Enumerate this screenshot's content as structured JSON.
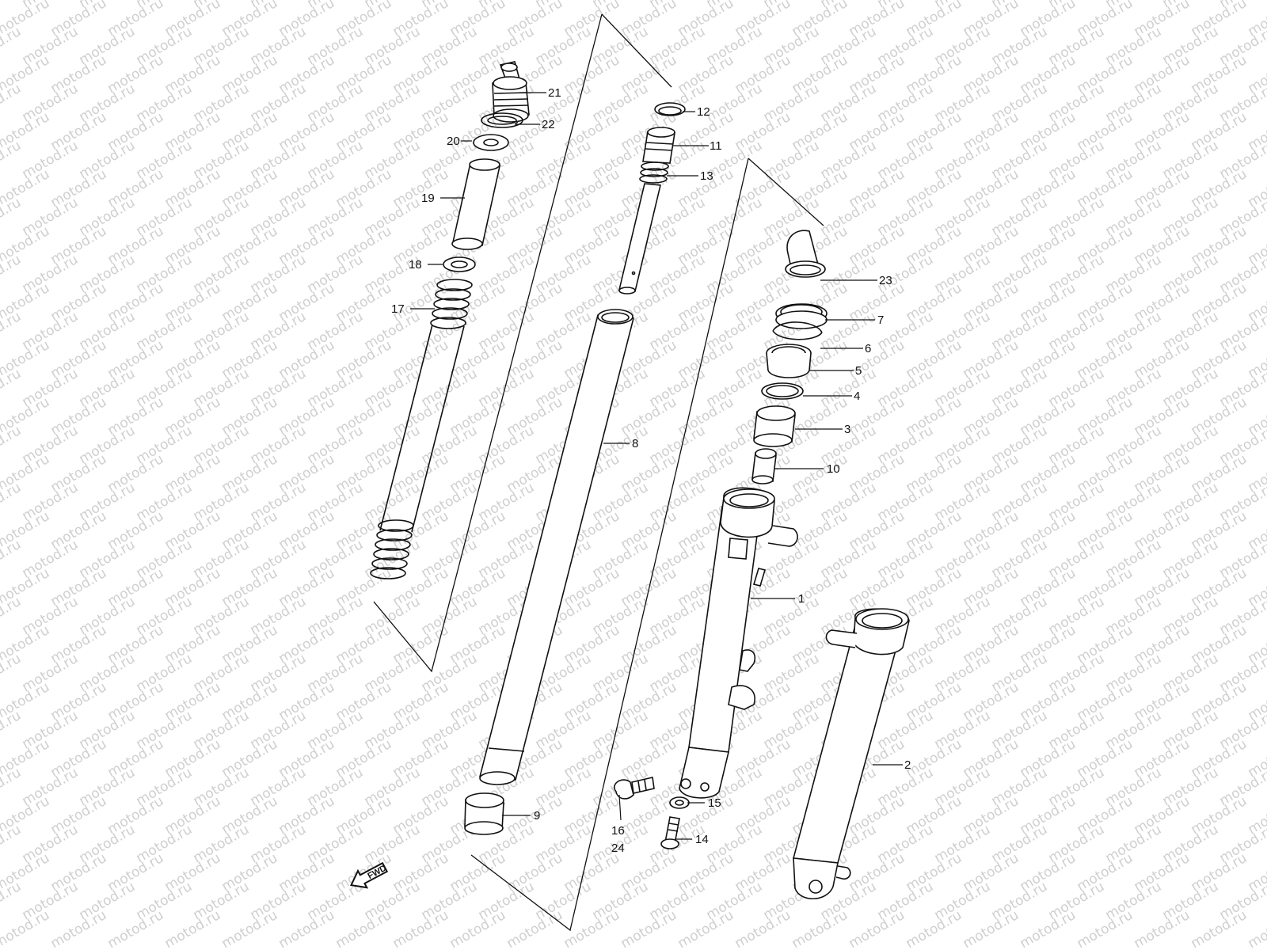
{
  "watermark": {
    "text": "motod.ru"
  },
  "fwd_label": "FWD",
  "callouts": {
    "p1": "1",
    "p2": "2",
    "p3": "3",
    "p4": "4",
    "p5": "5",
    "p6": "6",
    "p7": "7",
    "p8": "8",
    "p9": "9",
    "p10": "10",
    "p11": "11",
    "p12": "12",
    "p13": "13",
    "p14": "14",
    "p15": "15",
    "p16": "16",
    "p17": "17",
    "p18": "18",
    "p19": "19",
    "p20": "20",
    "p21": "21",
    "p22": "22",
    "p23": "23",
    "p24": "24"
  }
}
